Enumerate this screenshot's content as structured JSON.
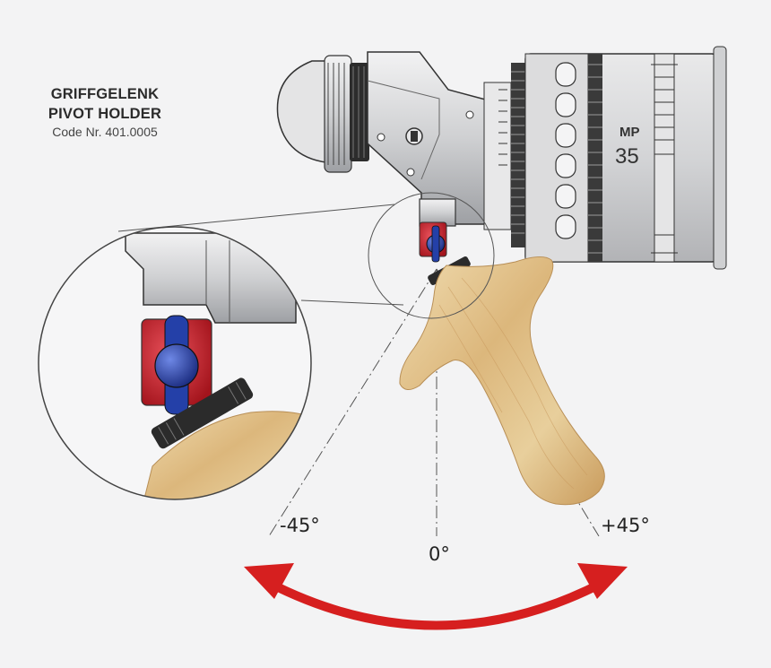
{
  "title": {
    "line1": "GRIFFGELENK",
    "line2": "PIVOT HOLDER",
    "code": "Code Nr. 401.0005"
  },
  "angles": {
    "negative": "-45°",
    "zero": "0°",
    "positive": "+45°"
  },
  "lens": {
    "brand": "MP",
    "focal": "35"
  },
  "colors": {
    "background": "#f3f3f4",
    "arrow": "#d61f1f",
    "pivot_red": "#c8202a",
    "knob_blue": "#2440a8",
    "wood": "#e2c48d",
    "metal": "#cfd0d2"
  }
}
